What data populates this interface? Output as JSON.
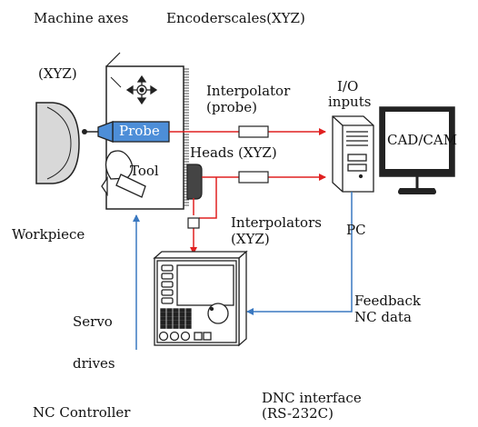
{
  "labels": {
    "machine_axes": "Machine axes",
    "encoder_scales": "Encoderscales(XYZ)",
    "xyz": "(XYZ)",
    "interpolator_probe_line1": "Interpolator",
    "interpolator_probe_line2": "(probe)",
    "io_line1": "I/O",
    "io_line2": "inputs",
    "probe": "Probe",
    "cad_cam": "CAD/CAM",
    "heads": "Heads (XYZ)",
    "tool": "Tool",
    "workpiece": "Workpiece",
    "interpolators_line1": "Interpolators",
    "interpolators_line2": "(XYZ)",
    "pc": "PC",
    "feedback_line1": "Feedback",
    "feedback_line2": "NC data",
    "servo": "Servo",
    "drives": "drives",
    "nc_controller": "NC Controller",
    "dnc_line1": "DNC interface",
    "dnc_line2": "(RS-232C)"
  },
  "colors": {
    "signal_red": "#e02020",
    "feedback_blue": "#3a78c0",
    "probe_blue": "#4d8ed8",
    "head_dark": "#444444",
    "workpiece_gray": "#d8d8d8"
  }
}
